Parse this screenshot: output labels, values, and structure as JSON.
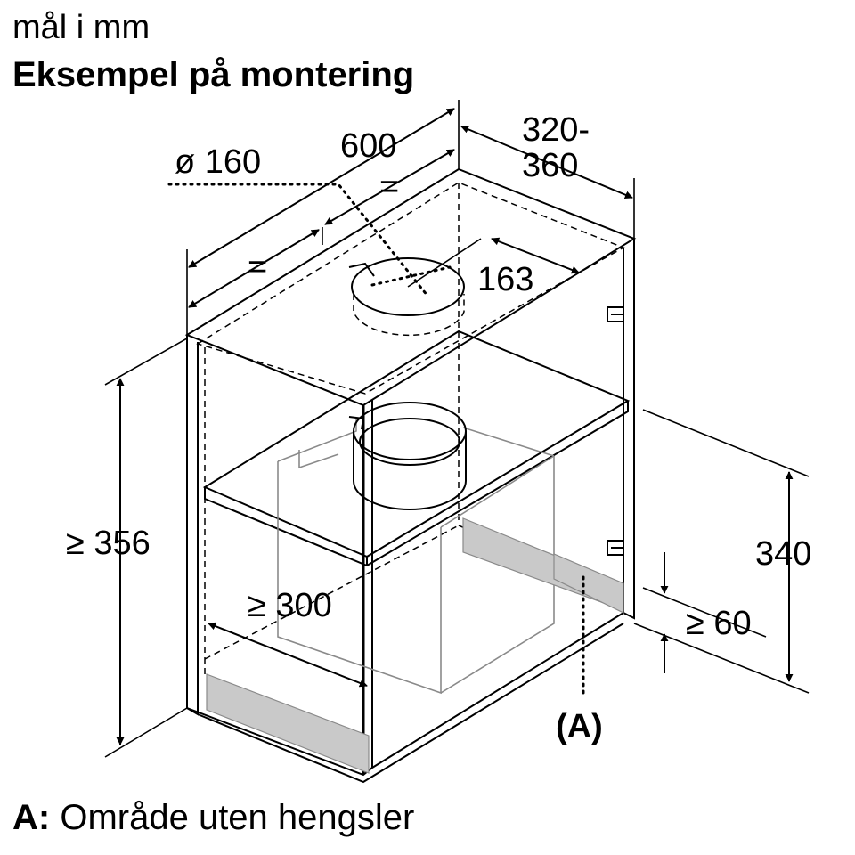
{
  "header": {
    "units": "mål i mm",
    "title": "Eksempel på montering"
  },
  "dimensions": {
    "width": "600",
    "equal_top": "=",
    "equal_left": "=",
    "duct_diameter": "ø 160",
    "depth_line1": "320-",
    "depth_line2": "360",
    "duct_offset": "163",
    "inner_height": "≥ 356",
    "inner_depth": "≥ 300",
    "hood_height": "340",
    "bottom_clearance": "≥ 60"
  },
  "labels": {
    "zone_marker": "(A)"
  },
  "legend": {
    "key": "A:",
    "text": "Område uten hengsler"
  }
}
